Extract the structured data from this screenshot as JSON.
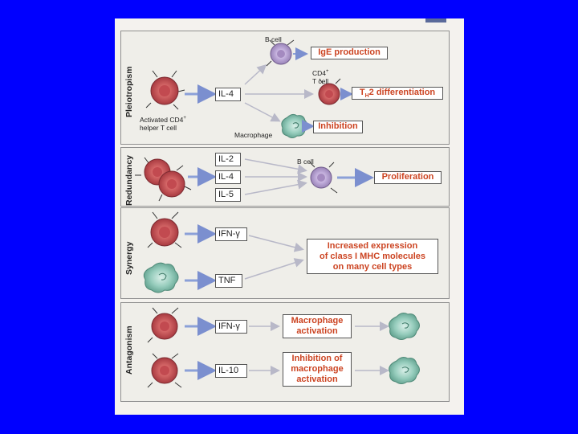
{
  "panels": {
    "pleiotropism": {
      "title": "Pleiotropism",
      "cytokine": "IL-4",
      "b_cell_label": "B cell",
      "t_cell_label_1": "CD4",
      "t_cell_label_2": "T cell",
      "helper_label_1": "Activated CD4",
      "helper_label_2": "helper T cell",
      "macrophage_label": "Macrophage",
      "outcome_ige": "IgE production",
      "outcome_th2_prefix": "T",
      "outcome_th2_sub": "H",
      "outcome_th2_suffix": "2 differentiation",
      "outcome_inhibition": "Inhibition"
    },
    "redundancy": {
      "title": "Redundancy",
      "cytokines": [
        "IL-2",
        "IL-4",
        "IL-5"
      ],
      "b_cell_label": "B cell",
      "outcome": "Proliferation"
    },
    "synergy": {
      "title": "Synergy",
      "cytokines": [
        "IFN-γ",
        "TNF"
      ],
      "outcome_lines": [
        "Increased expression",
        "of class I MHC molecules",
        "on many cell types"
      ]
    },
    "antagonism": {
      "title": "Antagonism",
      "cytokines": [
        "IFN-γ",
        "IL-10"
      ],
      "outcome_1_lines": [
        "Macrophage",
        "activation"
      ],
      "outcome_2_lines": [
        "Inhibition of",
        "macrophage",
        "activation"
      ]
    }
  },
  "colors": {
    "background": "#0000ff",
    "panel": "#efeee9",
    "outcome_text": "#cc4422",
    "t_cell": "#c8505a",
    "b_cell": "#b9a6cc",
    "macrophage": "#8fc7b7",
    "arrow": "#8ba0d8"
  }
}
